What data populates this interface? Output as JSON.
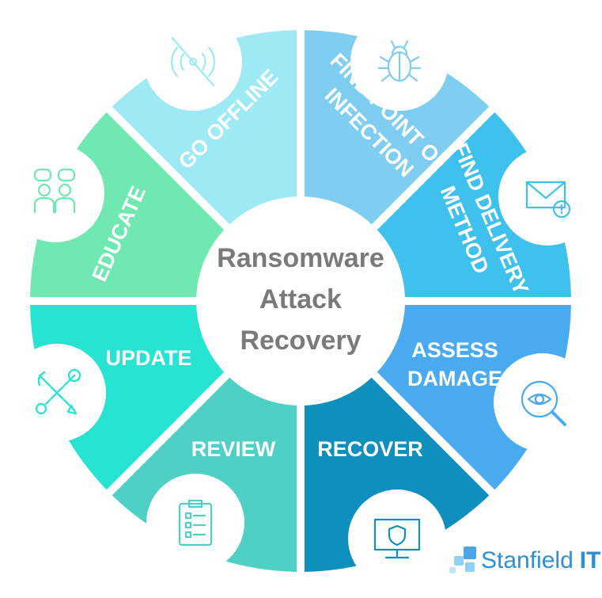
{
  "center": {
    "lines": [
      "Ransomware",
      "Attack",
      "Recovery"
    ],
    "color": "#7a7a7a"
  },
  "segments": [
    {
      "id": "go-offline",
      "lines": [
        "GO OFFLINE"
      ],
      "color": "#9eeaf4",
      "icon": "no-wifi-icon"
    },
    {
      "id": "find-point-of-infection",
      "lines": [
        "FIND POINT OF",
        "INFECTION"
      ],
      "color": "#7fcdf1",
      "icon": "bug-icon"
    },
    {
      "id": "find-delivery-method",
      "lines": [
        "FIND DELIVERY",
        "METHOD"
      ],
      "color": "#3fc1ee",
      "icon": "email-alert-icon"
    },
    {
      "id": "assess-damage",
      "lines": [
        "ASSESS",
        "DAMAGE"
      ],
      "color": "#4aaaf0",
      "icon": "magnifier-eye-icon"
    },
    {
      "id": "recover",
      "lines": [
        "RECOVER"
      ],
      "color": "#0f8fbd",
      "icon": "monitor-shield-icon"
    },
    {
      "id": "review",
      "lines": [
        "REVIEW"
      ],
      "color": "#4fd0c4",
      "icon": "clipboard-checklist-icon"
    },
    {
      "id": "update",
      "lines": [
        "UPDATE"
      ],
      "color": "#27e4d2",
      "icon": "tools-icon"
    },
    {
      "id": "educate",
      "lines": [
        "EDUCATE"
      ],
      "color": "#6fe9b1",
      "icon": "people-chat-icon"
    }
  ],
  "brand": {
    "name": "Stanfield",
    "suffix": "IT",
    "color": "#2d8fd6"
  }
}
